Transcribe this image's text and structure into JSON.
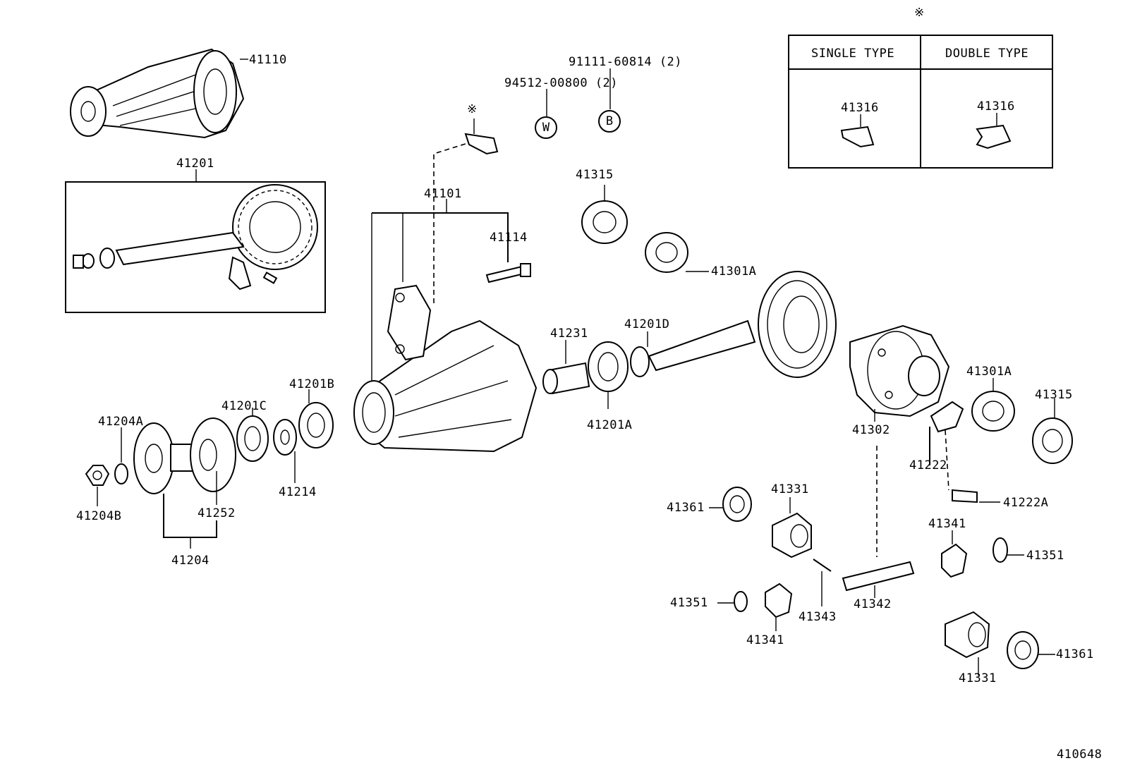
{
  "parts": {
    "p41110": "41110",
    "p41201": "41201",
    "p41101": "41101",
    "p41114": "41114",
    "p41315_top": "41315",
    "p41301A_top": "41301A",
    "p41231": "41231",
    "p41201D": "41201D",
    "p41201A": "41201A",
    "p41201B": "41201B",
    "p41201C": "41201C",
    "p41204A": "41204A",
    "p41204B": "41204B",
    "p41252": "41252",
    "p41214": "41214",
    "p41204": "41204",
    "p41302": "41302",
    "p41301A_right": "41301A",
    "p41315_right": "41315",
    "p41222": "41222",
    "p41222A": "41222A",
    "p41361_left": "41361",
    "p41331_top": "41331",
    "p41341_right": "41341",
    "p41351_right": "41351",
    "p41351_left": "41351",
    "p41341_bottom": "41341",
    "p41343": "41343",
    "p41342": "41342",
    "p41331_bottom": "41331",
    "p41361_right": "41361",
    "p41316_single": "41316",
    "p41316_double": "41316"
  },
  "fasteners": {
    "bolt_spec": "91111-60814 (2)",
    "washer_spec": "94512-00800 (2)",
    "washer_code": "W",
    "bolt_code": "B"
  },
  "asterisk": "※",
  "type_table": {
    "single_header": "SINGLE TYPE",
    "double_header": "DOUBLE TYPE"
  },
  "figure_number": "410648"
}
